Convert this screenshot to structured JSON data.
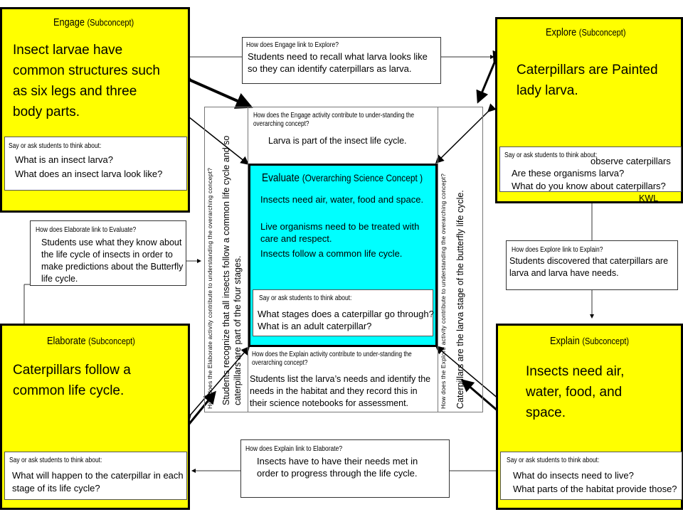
{
  "engage": {
    "title": "Engage",
    "subtitle": "(Subconcept)",
    "concept": "Insect larvae have common structures such as six legs and three body parts.",
    "prompt_label": "Say or ask students to think about:",
    "questions": [
      "What is an insect larva?",
      "What does an insect larva look like?"
    ]
  },
  "explore": {
    "title": "Explore",
    "subtitle": "(Subconcept)",
    "concept": "Caterpillars are Painted lady larva.",
    "prompt_label": "Say or ask students to think about:",
    "note": "observe caterpillars",
    "questions": [
      "Are these organisms larva?",
      "What do you know about caterpillars?"
    ],
    "kwl": "KWL"
  },
  "elaborate": {
    "title": "Elaborate",
    "subtitle": "(Subconcept)",
    "concept": "Caterpillars follow a common life cycle.",
    "prompt_label": "Say or ask students to think about:",
    "questions": [
      "What will happen to the caterpillar in each stage of its life cycle?"
    ]
  },
  "explain": {
    "title": "Explain",
    "subtitle": "(Subconcept)",
    "concept": "Insects need air, water, food, and space.",
    "prompt_label": "Say or ask students to think about:",
    "questions": [
      "What do insects need to live?",
      "What parts of the habitat provide those?"
    ]
  },
  "evaluate": {
    "title": "Evaluate",
    "subtitle": "(Overarching Science Concept )",
    "statements": [
      "Insects need air, water, food and space.",
      "Live organisms need to be treated with care and respect.",
      "Insects follow a common  life cycle."
    ],
    "prompt_label": "Say or ask students to think about:",
    "question": "What stages does a caterpillar go through?  What is an adult caterpillar?"
  },
  "links": {
    "engage_explore": {
      "label": "How does Engage link to Explore?",
      "text": "Students need to recall what larva looks like so they can identify caterpillars as larva."
    },
    "explore_explain": {
      "label": "How does Explore link to Explain?",
      "text": "Students discovered that caterpillars are larva and larva have needs."
    },
    "explain_elaborate": {
      "label": "How does Explain link to Elaborate?",
      "text": "Insects have to have their needs met in order to progress through the life cycle."
    },
    "elaborate_evaluate": {
      "label": "How does Elaborate link to Evaluate?",
      "text": "Students use what they know about the life cycle of insects in order to make predictions about the Butterfly life cycle."
    }
  },
  "contributions": {
    "engage": {
      "label": "How does the Engage activity contribute to under-standing the overarching concept?",
      "text": "Larva is part of the insect life cycle."
    },
    "explain": {
      "label": "How does the Explain activity contribute to under-standing the overarching concept?",
      "text": "Students list the larva’s needs and identify the needs in the habitat and they record this in their science notebooks for assessment."
    },
    "elaborate": {
      "label": "How does the Elaborate activity contribute to understanding the overarching concept?",
      "text": "Students recognize that all insects follow a common life cycle and so caterpillars are part of the four stages."
    },
    "explore": {
      "label": "How does the Explore activity contribute to understanding the overarching concept?",
      "text": "Caterpillars are the larva  stage of the butterfly life cycle."
    }
  }
}
